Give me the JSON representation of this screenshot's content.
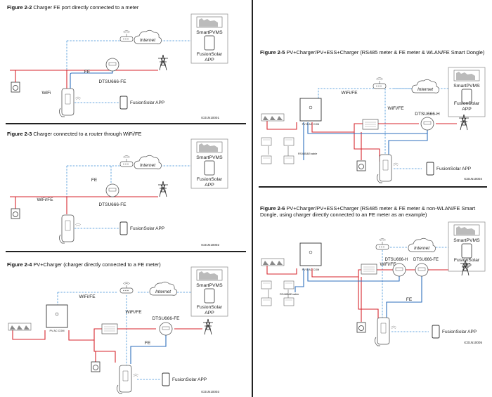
{
  "figures": [
    {
      "num": "Figure 2-2",
      "title": " Charger FE port directly connected to a meter",
      "code": "IC01N10001"
    },
    {
      "num": "Figure 2-3",
      "title": " Charger connected to a router through WiFi/FE",
      "code": "IC01N10002"
    },
    {
      "num": "Figure 2-4",
      "title": " PV+Charger (charger directly connected to a FE meter)",
      "code": "IC01N10003"
    },
    {
      "num": "Figure 2-5",
      "title": " PV+Charger/PV+ESS+Charger (RS485 meter & FE meter & WLAN/FE Smart Dongle)",
      "code": "IC01N10004"
    },
    {
      "num": "Figure 2-6",
      "title": " PV+Charger/PV+ESS+Charger (RS485 meter & FE meter & non-WLAN/FE Smart Dongle, using charger directly connected to an FE meter as an example)",
      "code": "IC01N10005"
    }
  ],
  "labels": {
    "internet": "Internet",
    "smartpvms": "SmartPVMS",
    "fusionsolar": "FusionSolar",
    "app": "APP",
    "fusionsolar_app": "FusionSolar APP",
    "wifi": "WiFi",
    "fe": "FE",
    "wifi_fe": "WiFi/FE",
    "meter_fe": "DTSU666-FE",
    "meter_h": "DTSU666-H",
    "rs485": "RS485&Enable",
    "inv_ports": "PV  B  AC  COM",
    "inv_ports_alt": "PV AC COM"
  }
}
